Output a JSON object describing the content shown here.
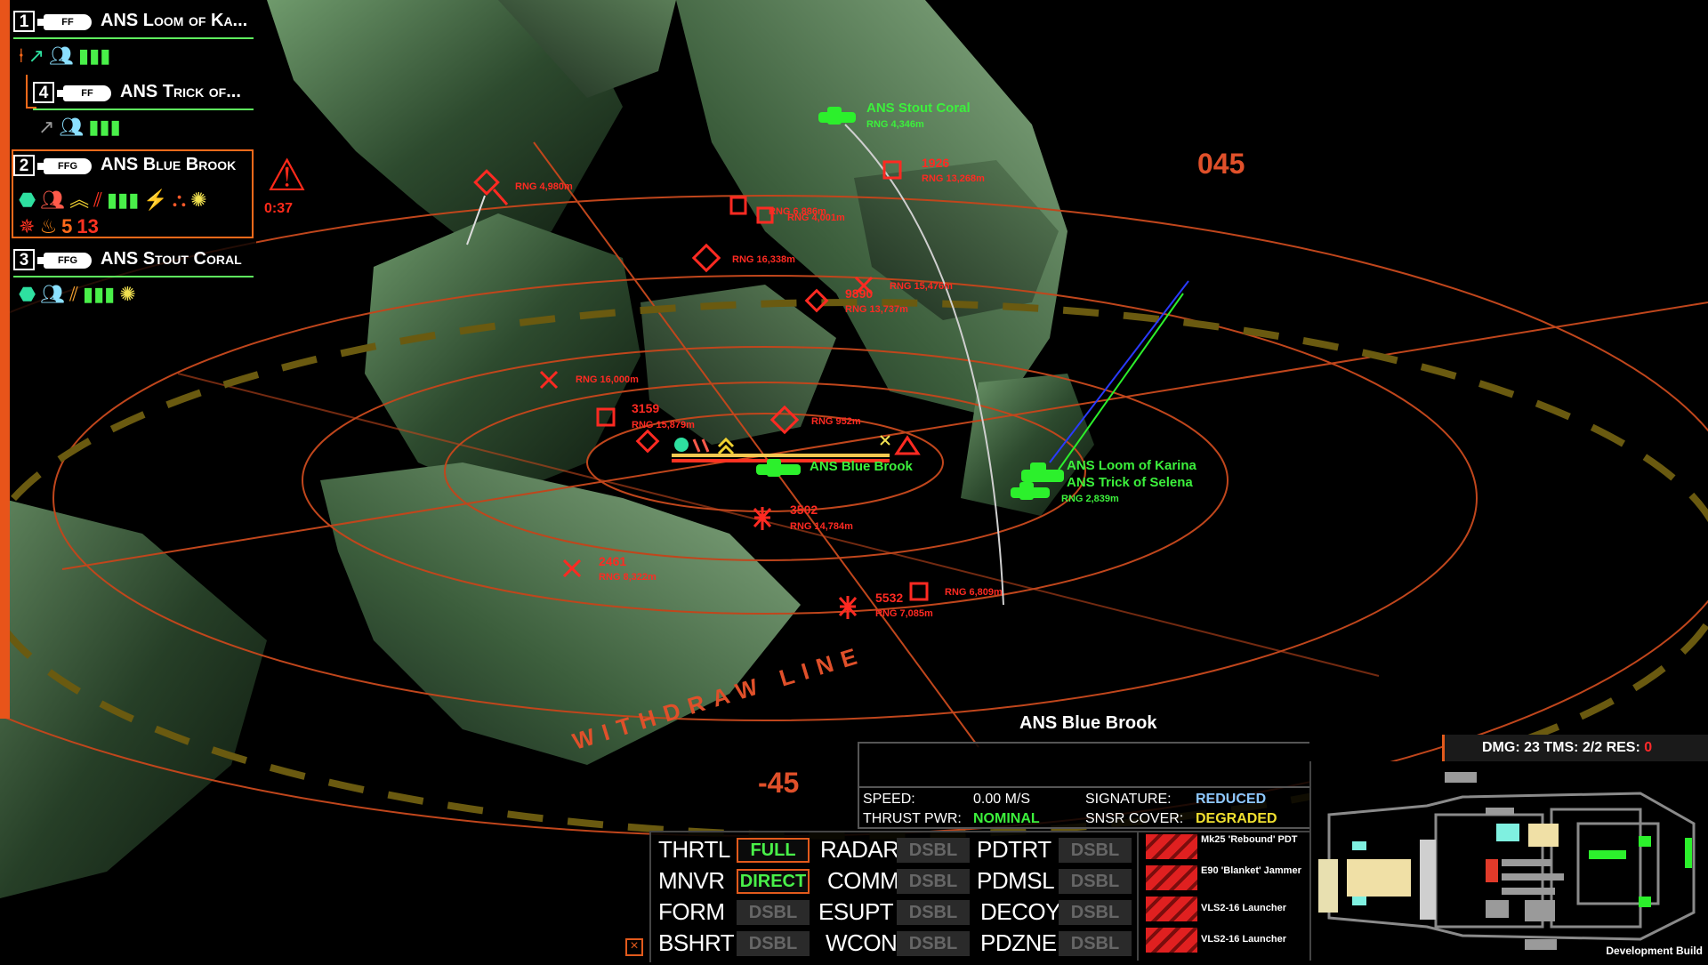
{
  "fleet": [
    {
      "num": "1",
      "cls": "FF",
      "name": "ANS Loom of Ka..."
    },
    {
      "num": "4",
      "cls": "FF",
      "name": "ANS Trick of..."
    },
    {
      "num": "2",
      "cls": "FFG",
      "name": "ANS Blue Brook"
    },
    {
      "num": "3",
      "cls": "FFG",
      "name": "ANS Stout Coral"
    }
  ],
  "selected_status": {
    "ammo_a": "5",
    "ammo_b": "13"
  },
  "warning": {
    "timer": "0:37"
  },
  "bearings": {
    "b045": "045",
    "bneg45": "-45",
    "withdraw": "WITHDRAW LINE"
  },
  "contacts": [
    {
      "num": "",
      "rng": "RNG 4,980m"
    },
    {
      "num": "1926",
      "rng": "RNG 13,268m"
    },
    {
      "num": "",
      "rng": "RNG 6,886m"
    },
    {
      "num": "",
      "rng": "RNG 4,001m"
    },
    {
      "num": "",
      "rng": "RNG 16,338m"
    },
    {
      "num": "",
      "rng": "RNG 15,476m"
    },
    {
      "num": "9890",
      "rng": "RNG 13,737m"
    },
    {
      "num": "",
      "rng": "RNG 16,000m"
    },
    {
      "num": "3159",
      "rng": "RNG 15,879m"
    },
    {
      "num": "",
      "rng": "RNG 952m"
    },
    {
      "num": "3502",
      "rng": "RNG 14,784m"
    },
    {
      "num": "2461",
      "rng": "RNG 8,322m"
    },
    {
      "num": "5532",
      "rng": "RNG 7,085m"
    },
    {
      "num": "",
      "rng": "RNG 6,809m"
    }
  ],
  "friendlies": [
    {
      "name": "ANS Stout Coral",
      "rng": "RNG 4,346m"
    },
    {
      "name": "ANS Blue Brook",
      "rng": ""
    },
    {
      "name": "ANS Loom of Karina",
      "rng": ""
    },
    {
      "name": "ANS Trick of Selena",
      "rng": "RNG 2,839m"
    }
  ],
  "selected_ship": "ANS Blue Brook",
  "info": {
    "speed_label": "SPEED:",
    "speed_value": "0.00 M/S",
    "thrust_label": "THRUST PWR:",
    "thrust_value": "NOMINAL",
    "signature_label": "SIGNATURE:",
    "signature_value": "REDUCED",
    "sensor_label": "SNSR COVER:",
    "sensor_value": "DEGRADED"
  },
  "controls": [
    {
      "label": "THRTL",
      "value": "FULL",
      "active": true
    },
    {
      "label": "MNVR",
      "value": "DIRECT",
      "active": true
    },
    {
      "label": "FORM",
      "value": "DSBL",
      "active": false
    },
    {
      "label": "BSHRT",
      "value": "DSBL",
      "active": false
    },
    {
      "label": "RADAR",
      "value": "DSBL",
      "active": false
    },
    {
      "label": "COMM",
      "value": "DSBL",
      "active": false
    },
    {
      "label": "ESUPT",
      "value": "DSBL",
      "active": false
    },
    {
      "label": "WCON",
      "value": "DSBL",
      "active": false
    },
    {
      "label": "PDTRT",
      "value": "DSBL",
      "active": false
    },
    {
      "label": "PDMSL",
      "value": "DSBL",
      "active": false
    },
    {
      "label": "DECOY",
      "value": "DSBL",
      "active": false
    },
    {
      "label": "PDZNE",
      "value": "DSBL",
      "active": false
    }
  ],
  "weapons": [
    {
      "name": "Mk25 'Rebound' PDT"
    },
    {
      "name": "E90 'Blanket' Jammer"
    },
    {
      "name": "VLS2-16 Launcher"
    },
    {
      "name": "VLS2-16 Launcher"
    }
  ],
  "damage": {
    "label": "DMG: 23 TMS: 2/2 RES:",
    "res": "0"
  },
  "build_label": "Development Build",
  "colors": {
    "accent": "#e25a1c",
    "friendly": "#3cf03c",
    "hostile": "#ff2a22",
    "terrain": "#3a5a3a"
  }
}
